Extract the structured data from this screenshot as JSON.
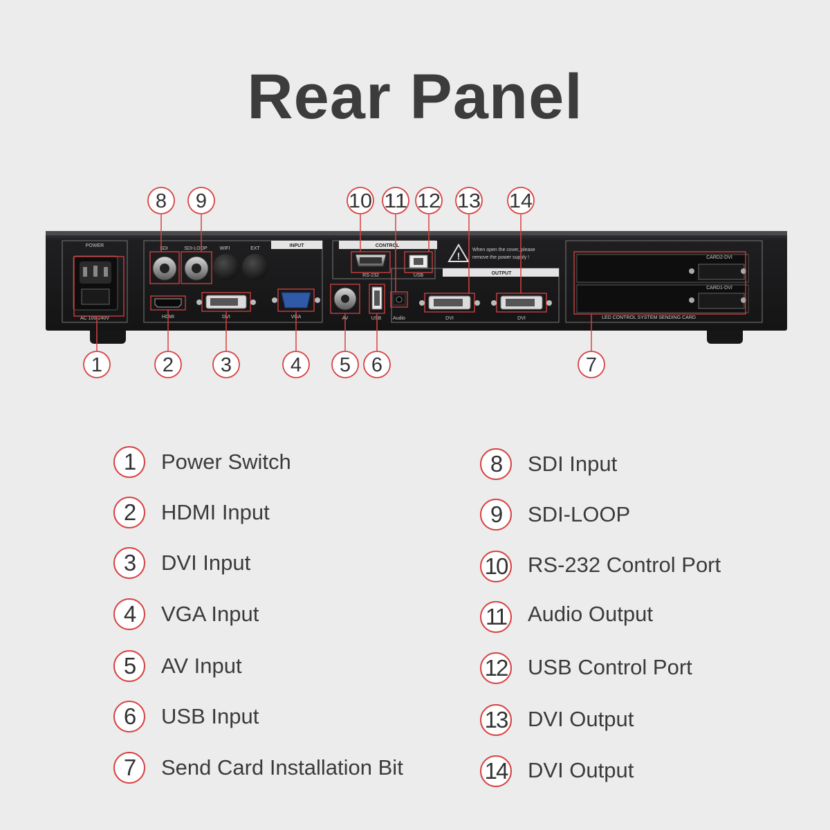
{
  "title": "Rear Panel",
  "device_labels": {
    "power": "POWER",
    "ac": "AC 100-240V",
    "sdi": "SDI",
    "sdi_loop": "SDI-LOOP",
    "wifi": "WIFI",
    "ext": "EXT",
    "input": "INPUT",
    "hdmi": "HDMI",
    "dvi_in": "DVI",
    "vga": "VGA",
    "av": "AV",
    "usb": "USB",
    "control": "CONTROL",
    "rs232": "RS-232",
    "usb_ctrl": "USB",
    "warning_line1": "When open the cover, please",
    "warning_line2": "remove the power supply !",
    "output": "OUTPUT",
    "audio": "Audio",
    "dvi_out1": "DVI",
    "dvi_out2": "DVI",
    "card2": "CARD2-DVI",
    "card1": "CARD1-DVI",
    "sending_card": "LED CONTROL SYSTEM SENDING CARD"
  },
  "callouts": {
    "top": [
      "8",
      "9",
      "10",
      "11",
      "12",
      "13",
      "14"
    ],
    "bottom": [
      "1",
      "2",
      "3",
      "4",
      "5",
      "6",
      "7"
    ]
  },
  "legend_left": [
    {
      "num": "1",
      "label": "Power Switch"
    },
    {
      "num": "2",
      "label": "HDMI Input"
    },
    {
      "num": "3",
      "label": "DVI Input"
    },
    {
      "num": "4",
      "label": "VGA Input"
    },
    {
      "num": "5",
      "label": "AV Input"
    },
    {
      "num": "6",
      "label": "USB Input"
    },
    {
      "num": "7",
      "label": "Send Card Installation Bit"
    }
  ],
  "legend_right": [
    {
      "num": "8",
      "label": "SDI Input"
    },
    {
      "num": "9",
      "label": "SDI-LOOP"
    },
    {
      "num": "10",
      "label": "RS-232 Control Port"
    },
    {
      "num": "11",
      "label": "Audio Output"
    },
    {
      "num": "12",
      "label": "USB Control Port"
    },
    {
      "num": "13",
      "label": "DVI Output"
    },
    {
      "num": "14",
      "label": "DVI Output"
    }
  ],
  "colors": {
    "accent": "#d74242",
    "chassis": "#1d1d1f",
    "background": "#ececec"
  }
}
